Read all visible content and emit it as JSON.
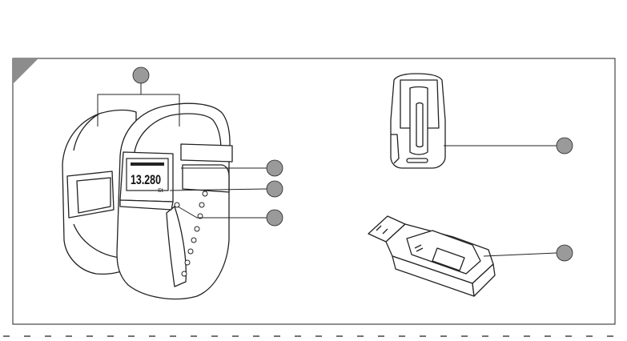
{
  "figure": {
    "display_reading": "13.280",
    "display_unit": "St",
    "callouts": [
      {
        "id": "wristband-pair",
        "label": ""
      },
      {
        "id": "fitness-tracker-module",
        "label": ""
      },
      {
        "id": "display",
        "label": ""
      },
      {
        "id": "button",
        "label": ""
      },
      {
        "id": "belt-clip",
        "label": ""
      },
      {
        "id": "usb-charger",
        "label": ""
      }
    ]
  },
  "colors": {
    "line": "#222222",
    "callout_fill": "#9a9a9a",
    "corner_fill": "#8c8c8c",
    "background": "#ffffff"
  }
}
